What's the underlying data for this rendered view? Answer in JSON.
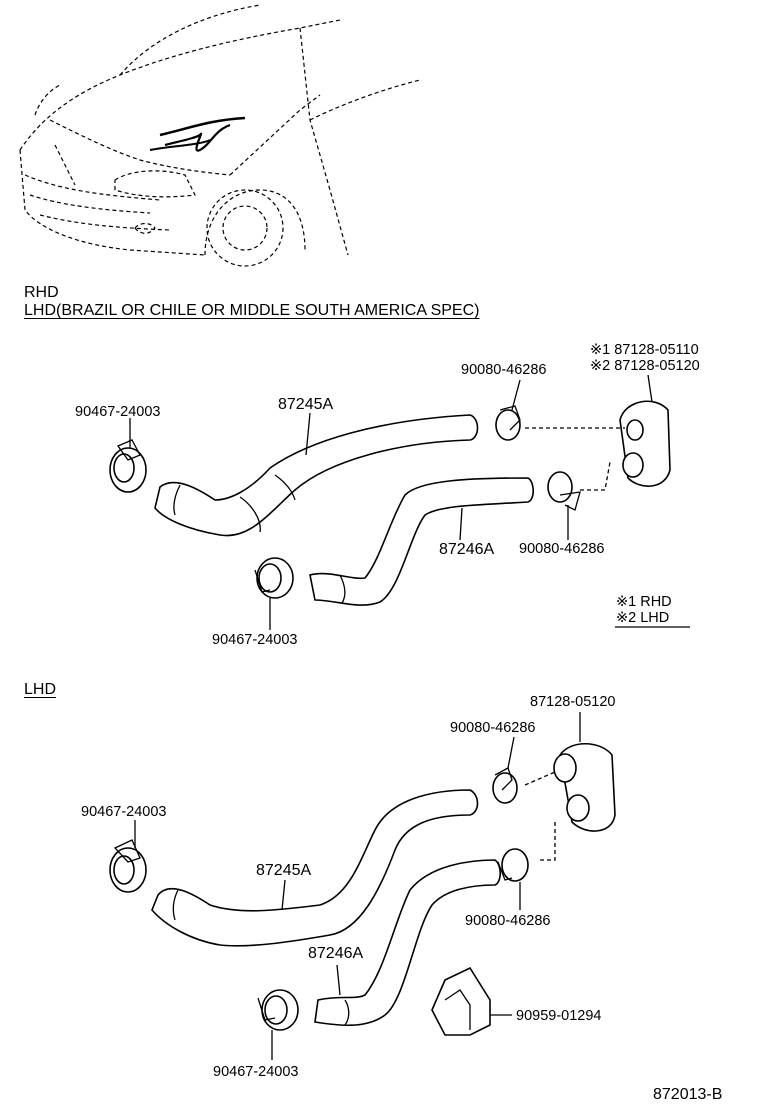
{
  "diagram_id": "872013-B",
  "sections": {
    "top": {
      "headers": [
        "RHD",
        "LHD(BRAZIL OR CHILE OR MIDDLE SOUTH AMERICA SPEC)"
      ],
      "labels": {
        "clamp_left_top": "90467-24003",
        "hose_upper": "87245A",
        "clip_top": "90080-46286",
        "grommet_rhd": "※1  87128-05110",
        "grommet_lhd": "※2  87128-05120",
        "clip_lower": "90080-46286",
        "hose_lower": "87246A",
        "clamp_bottom": "90467-24003"
      },
      "legend": [
        "※1  RHD",
        "※2  LHD"
      ]
    },
    "bottom": {
      "header": "LHD",
      "labels": {
        "grommet": "87128-05120",
        "clip_top": "90080-46286",
        "clamp_left_top": "90467-24003",
        "hose_upper": "87245A",
        "clip_lower": "90080-46286",
        "hose_lower": "87246A",
        "bracket": "90959-01294",
        "clamp_bottom": "90467-24003"
      }
    }
  }
}
